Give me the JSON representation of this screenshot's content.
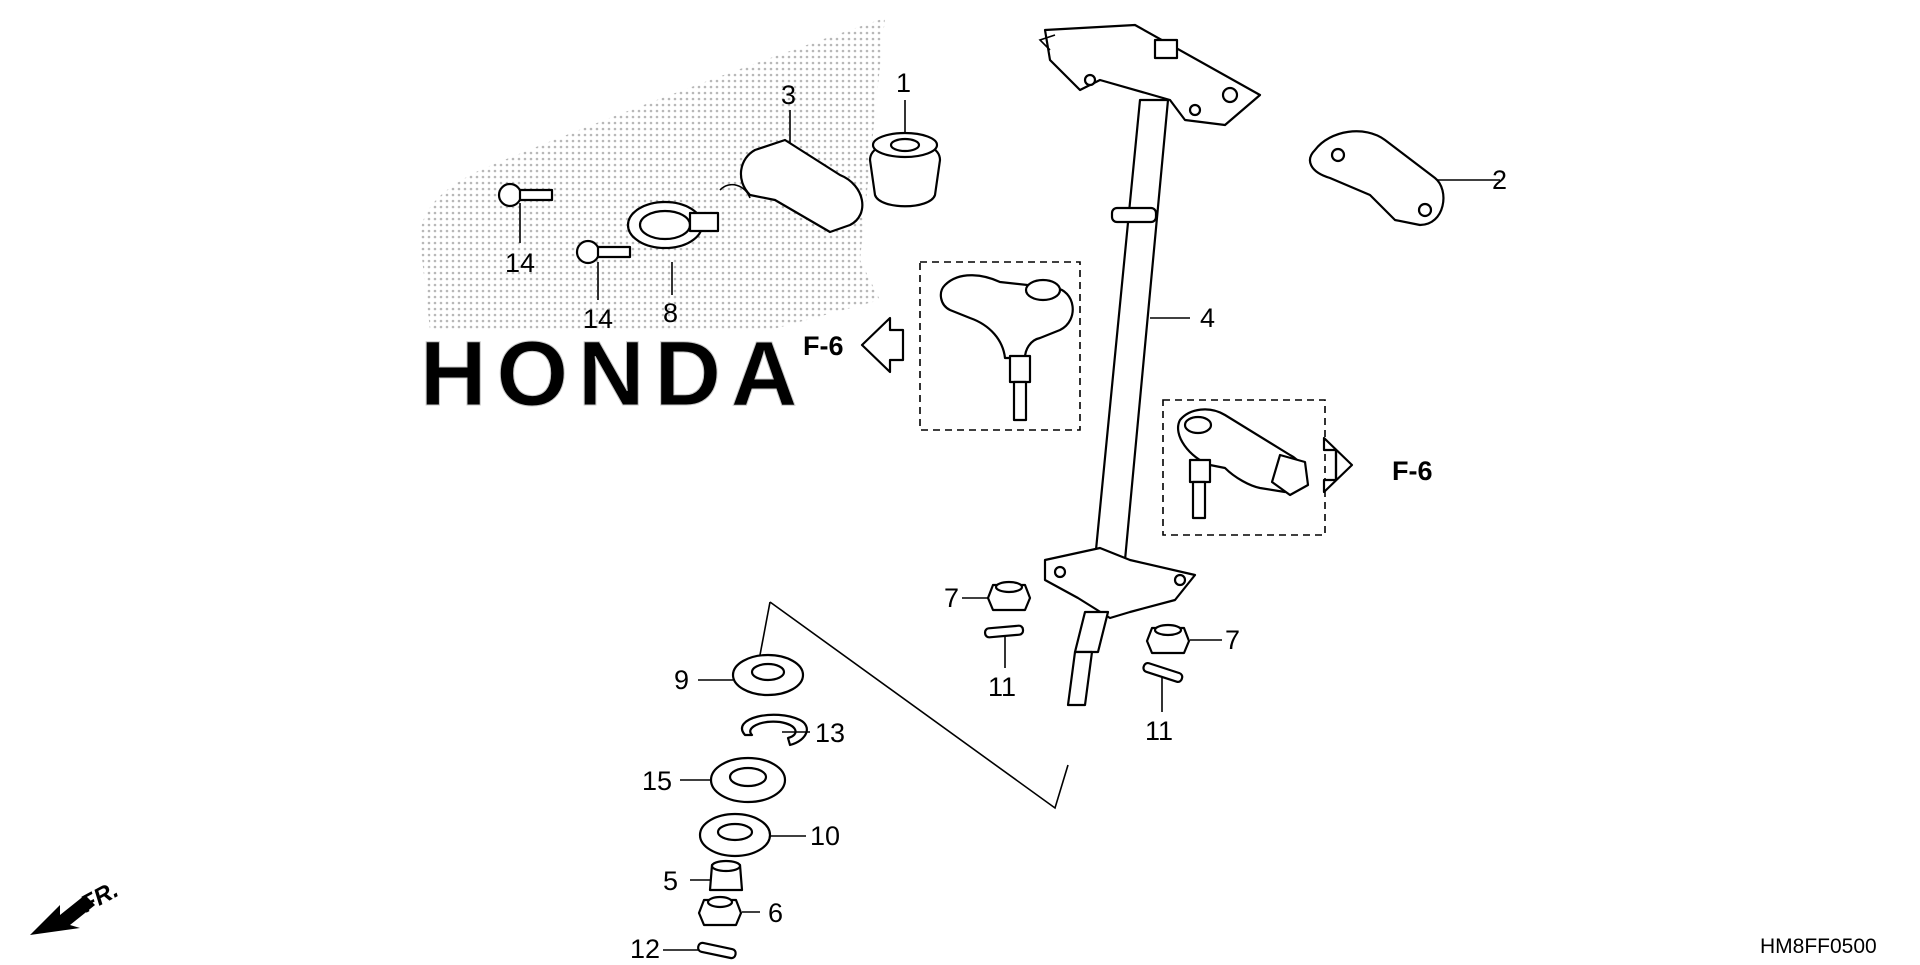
{
  "diagram": {
    "watermark": "HONDA",
    "reference_code": "HM8FF0500",
    "front_indicator": "FR.",
    "cross_refs": [
      "F-6",
      "F-6"
    ],
    "callouts": [
      "1",
      "2",
      "3",
      "4",
      "5",
      "6",
      "7",
      "7",
      "8",
      "9",
      "10",
      "11",
      "11",
      "12",
      "13",
      "14",
      "14",
      "15"
    ],
    "colors": {
      "line": "#000000",
      "background": "#ffffff",
      "watermark_dots": "#b0b0b0"
    }
  }
}
